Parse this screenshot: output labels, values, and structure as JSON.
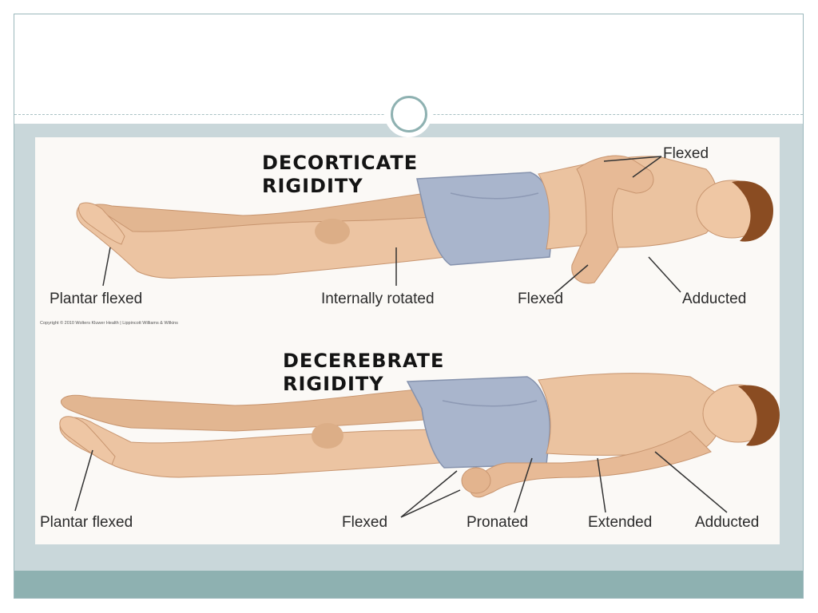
{
  "diagram": {
    "decorticate": {
      "heading_line1": "DECORTICATE",
      "heading_line2": "RIGIDITY",
      "labels": {
        "flexed_top": "Flexed",
        "plantar": "Plantar flexed",
        "internally_rotated": "Internally rotated",
        "flexed_arm": "Flexed",
        "adducted": "Adducted"
      }
    },
    "decerebrate": {
      "heading_line1": "DECEREBRATE",
      "heading_line2": "RIGIDITY",
      "labels": {
        "plantar": "Plantar flexed",
        "flexed": "Flexed",
        "pronated": "Pronated",
        "extended": "Extended",
        "adducted": "Adducted"
      }
    },
    "copyright": "Copyright © 2010 Wolters Kluwer Health | Lippincott Williams & Wilkins"
  },
  "colors": {
    "skin": "#e9bf9b",
    "skin_shadow": "#cf9c76",
    "shorts": "#a9b5cc",
    "hair": "#8a4c22",
    "band": "#c9d7da",
    "bar": "#8eb1b1"
  }
}
